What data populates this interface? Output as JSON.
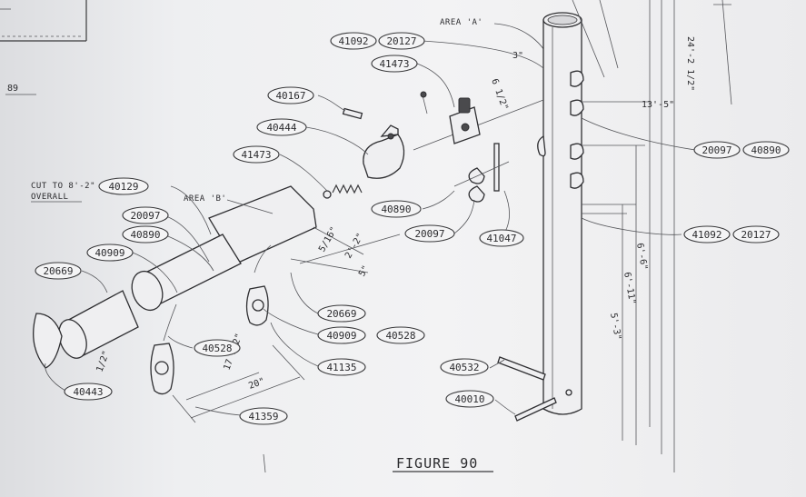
{
  "page_number": "89",
  "figure_title": "FIGURE 90",
  "notes": {
    "cut_line1": "CUT TO 8'-2\"",
    "cut_line2": "OVERALL",
    "area_a": "AREA 'A'",
    "area_b": "AREA 'B'"
  },
  "callouts": {
    "c41092_top": "41092",
    "c20127_top": "20127",
    "c41473_top": "41473",
    "c40167": "40167",
    "c40444": "40444",
    "c41473_mid": "41473",
    "c40129": "40129",
    "c20097_left": "20097",
    "c40890_left": "40890",
    "c40909_left": "40909",
    "c20669_left": "20669",
    "c40890_mid": "40890",
    "c20097_mid": "20097",
    "c41047": "41047",
    "c20097_right": "20097",
    "c40890_right": "40890",
    "c41092_right": "41092",
    "c20127_right": "20127",
    "c20669_mid": "20669",
    "c40909_mid": "40909",
    "c40528_mid": "40528",
    "c40528_left": "40528",
    "c41135": "41135",
    "c40443": "40443",
    "c41359": "41359",
    "c40532": "40532",
    "c40010": "40010"
  },
  "dimensions": {
    "d_24": "24'-2 1/2\"",
    "d_13": "13'-5\"",
    "d_6_6": "6'-6\"",
    "d_6_11": "6'-11\"",
    "d_5_3": "5'-3\"",
    "d_3": "3\"",
    "d_6_half": "6 1/2\"",
    "d_2_2": "2'-2\"",
    "d_5": "5\"",
    "d_5_16": "5/16\"",
    "d_17": "17 1/2\"",
    "d_20": "20\"",
    "d_1_2": "1/2\""
  },
  "colors": {
    "paper": "#eeeff1",
    "ink": "#2e2e31"
  }
}
